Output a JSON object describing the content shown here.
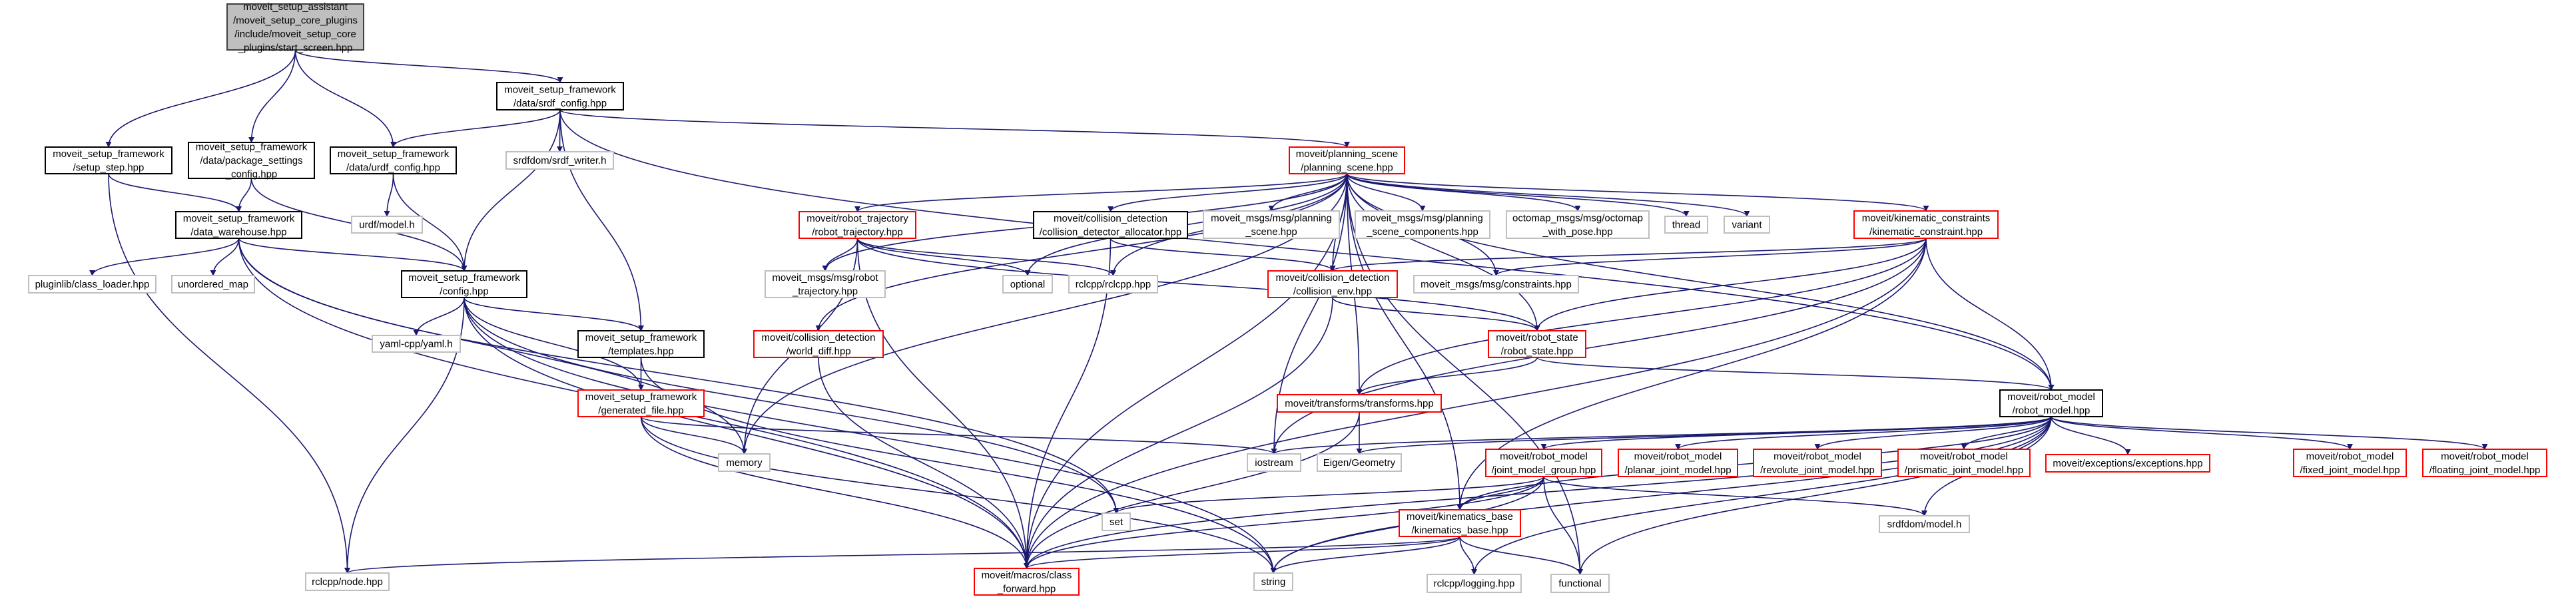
{
  "colors": {
    "edge": "#191970",
    "root_fill": "#bfbfbf",
    "root_border": "#404040",
    "documented_border": "#000000",
    "external_border": "#bfbfbf",
    "truncated_border": "#ff0000",
    "background": "#ffffff"
  },
  "nodes": [
    {
      "id": "root",
      "kind": "root",
      "lines": [
        "moveit_setup_assistant",
        "/moveit_setup_core_plugins",
        "/include/moveit_setup_core",
        "_plugins/start_screen.hpp"
      ]
    },
    {
      "id": "setup_step",
      "kind": "documented",
      "lines": [
        "moveit_setup_framework",
        "/setup_step.hpp"
      ]
    },
    {
      "id": "package_settings",
      "kind": "documented",
      "lines": [
        "moveit_setup_framework",
        "/data/package_settings",
        "_config.hpp"
      ]
    },
    {
      "id": "urdf_config",
      "kind": "documented",
      "lines": [
        "moveit_setup_framework",
        "/data/urdf_config.hpp"
      ]
    },
    {
      "id": "srdf_config",
      "kind": "documented",
      "lines": [
        "moveit_setup_framework",
        "/data/srdf_config.hpp"
      ]
    },
    {
      "id": "data_warehouse",
      "kind": "documented",
      "lines": [
        "moveit_setup_framework",
        "/data_warehouse.hpp"
      ]
    },
    {
      "id": "urdf_model_h",
      "kind": "external",
      "lines": [
        "urdf/model.h"
      ]
    },
    {
      "id": "srdf_writer",
      "kind": "external",
      "lines": [
        "srdfdom/srdf_writer.h"
      ]
    },
    {
      "id": "pluginlib",
      "kind": "external",
      "lines": [
        "pluginlib/class_loader.hpp"
      ]
    },
    {
      "id": "unordered_map",
      "kind": "external",
      "lines": [
        "unordered_map"
      ]
    },
    {
      "id": "config",
      "kind": "documented",
      "lines": [
        "moveit_setup_framework",
        "/config.hpp"
      ]
    },
    {
      "id": "yaml",
      "kind": "external",
      "lines": [
        "yaml-cpp/yaml.h"
      ]
    },
    {
      "id": "templates",
      "kind": "documented",
      "lines": [
        "moveit_setup_framework",
        "/templates.hpp"
      ]
    },
    {
      "id": "generated_file",
      "kind": "truncated",
      "lines": [
        "moveit_setup_framework",
        "/generated_file.hpp"
      ]
    },
    {
      "id": "rclcpp_node",
      "kind": "external",
      "lines": [
        "rclcpp/node.hpp"
      ]
    },
    {
      "id": "memory",
      "kind": "external",
      "lines": [
        "memory"
      ]
    },
    {
      "id": "set",
      "kind": "external",
      "lines": [
        "set"
      ]
    },
    {
      "id": "class_forward",
      "kind": "truncated",
      "lines": [
        "moveit/macros/class",
        "_forward.hpp"
      ]
    },
    {
      "id": "string",
      "kind": "external",
      "lines": [
        "string"
      ]
    },
    {
      "id": "world_diff",
      "kind": "truncated",
      "lines": [
        "moveit/collision_detection",
        "/world_diff.hpp"
      ]
    },
    {
      "id": "robot_trajectory",
      "kind": "truncated",
      "lines": [
        "moveit/robot_trajectory",
        "/robot_trajectory.hpp"
      ]
    },
    {
      "id": "msgs_robot_trajectory",
      "kind": "external",
      "lines": [
        "moveit_msgs/msg/robot",
        "_trajectory.hpp"
      ]
    },
    {
      "id": "optional",
      "kind": "external",
      "lines": [
        "optional"
      ]
    },
    {
      "id": "rclcpp_hpp",
      "kind": "external",
      "lines": [
        "rclcpp/rclcpp.hpp"
      ]
    },
    {
      "id": "collision_detector_allocator",
      "kind": "documented",
      "lines": [
        "moveit/collision_detection",
        "/collision_detector_allocator.hpp"
      ]
    },
    {
      "id": "planning_scene",
      "kind": "truncated",
      "lines": [
        "moveit/planning_scene",
        "/planning_scene.hpp"
      ]
    },
    {
      "id": "msgs_planning_scene",
      "kind": "external",
      "lines": [
        "moveit_msgs/msg/planning",
        "_scene.hpp"
      ]
    },
    {
      "id": "msgs_components",
      "kind": "external",
      "lines": [
        "moveit_msgs/msg/planning",
        "_scene_components.hpp"
      ]
    },
    {
      "id": "octomap",
      "kind": "external",
      "lines": [
        "octomap_msgs/msg/octomap",
        "_with_pose.hpp"
      ]
    },
    {
      "id": "thread",
      "kind": "external",
      "lines": [
        "thread"
      ]
    },
    {
      "id": "variant",
      "kind": "external",
      "lines": [
        "variant"
      ]
    },
    {
      "id": "kinematic_constraint",
      "kind": "truncated",
      "lines": [
        "moveit/kinematic_constraints",
        "/kinematic_constraint.hpp"
      ]
    },
    {
      "id": "collision_env",
      "kind": "truncated",
      "lines": [
        "moveit/collision_detection",
        "/collision_env.hpp"
      ]
    },
    {
      "id": "constraints",
      "kind": "external",
      "lines": [
        "moveit_msgs/msg/constraints.hpp"
      ]
    },
    {
      "id": "robot_state",
      "kind": "truncated",
      "lines": [
        "moveit/robot_state",
        "/robot_state.hpp"
      ]
    },
    {
      "id": "transforms",
      "kind": "truncated",
      "lines": [
        "moveit/transforms/transforms.hpp"
      ]
    },
    {
      "id": "robot_model",
      "kind": "documented",
      "lines": [
        "moveit/robot_model",
        "/robot_model.hpp"
      ]
    },
    {
      "id": "iostream",
      "kind": "external",
      "lines": [
        "iostream"
      ]
    },
    {
      "id": "eigen",
      "kind": "external",
      "lines": [
        "Eigen/Geometry"
      ]
    },
    {
      "id": "joint_model_group",
      "kind": "truncated",
      "lines": [
        "moveit/robot_model",
        "/joint_model_group.hpp"
      ]
    },
    {
      "id": "planar",
      "kind": "truncated",
      "lines": [
        "moveit/robot_model",
        "/planar_joint_model.hpp"
      ]
    },
    {
      "id": "revolute",
      "kind": "truncated",
      "lines": [
        "moveit/robot_model",
        "/revolute_joint_model.hpp"
      ]
    },
    {
      "id": "prismatic",
      "kind": "truncated",
      "lines": [
        "moveit/robot_model",
        "/prismatic_joint_model.hpp"
      ]
    },
    {
      "id": "exceptions",
      "kind": "truncated",
      "lines": [
        "moveit/exceptions/exceptions.hpp"
      ]
    },
    {
      "id": "fixed",
      "kind": "truncated",
      "lines": [
        "moveit/robot_model",
        "/fixed_joint_model.hpp"
      ]
    },
    {
      "id": "floating",
      "kind": "truncated",
      "lines": [
        "moveit/robot_model",
        "/floating_joint_model.hpp"
      ]
    },
    {
      "id": "kinematics_base",
      "kind": "truncated",
      "lines": [
        "moveit/kinematics_base",
        "/kinematics_base.hpp"
      ]
    },
    {
      "id": "srdf_model_h",
      "kind": "external",
      "lines": [
        "srdfdom/model.h"
      ]
    },
    {
      "id": "logging",
      "kind": "external",
      "lines": [
        "rclcpp/logging.hpp"
      ]
    },
    {
      "id": "functional",
      "kind": "external",
      "lines": [
        "functional"
      ]
    }
  ],
  "edges": [
    [
      "root",
      "setup_step"
    ],
    [
      "root",
      "package_settings"
    ],
    [
      "root",
      "urdf_config"
    ],
    [
      "root",
      "srdf_config"
    ],
    [
      "setup_step",
      "data_warehouse"
    ],
    [
      "setup_step",
      "rclcpp_node"
    ],
    [
      "package_settings",
      "data_warehouse"
    ],
    [
      "package_settings",
      "config"
    ],
    [
      "urdf_config",
      "urdf_model_h"
    ],
    [
      "urdf_config",
      "config"
    ],
    [
      "srdf_config",
      "urdf_config"
    ],
    [
      "srdf_config",
      "config"
    ],
    [
      "srdf_config",
      "srdf_writer"
    ],
    [
      "srdf_config",
      "templates"
    ],
    [
      "srdf_config",
      "planning_scene"
    ],
    [
      "srdf_config",
      "robot_model"
    ],
    [
      "data_warehouse",
      "pluginlib"
    ],
    [
      "data_warehouse",
      "unordered_map"
    ],
    [
      "data_warehouse",
      "config"
    ],
    [
      "data_warehouse",
      "memory"
    ],
    [
      "data_warehouse",
      "set"
    ],
    [
      "data_warehouse",
      "class_forward"
    ],
    [
      "config",
      "yaml"
    ],
    [
      "config",
      "rclcpp_node"
    ],
    [
      "config",
      "templates"
    ],
    [
      "config",
      "generated_file"
    ],
    [
      "config",
      "class_forward"
    ],
    [
      "config",
      "string"
    ],
    [
      "config",
      "set"
    ],
    [
      "templates",
      "generated_file"
    ],
    [
      "templates",
      "string"
    ],
    [
      "generated_file",
      "memory"
    ],
    [
      "generated_file",
      "iostream"
    ],
    [
      "generated_file",
      "class_forward"
    ],
    [
      "generated_file",
      "string"
    ],
    [
      "planning_scene",
      "msgs_planning_scene"
    ],
    [
      "planning_scene",
      "msgs_components"
    ],
    [
      "planning_scene",
      "octomap"
    ],
    [
      "planning_scene",
      "thread"
    ],
    [
      "planning_scene",
      "variant"
    ],
    [
      "planning_scene",
      "kinematic_constraint"
    ],
    [
      "planning_scene",
      "collision_env"
    ],
    [
      "planning_scene",
      "constraints"
    ],
    [
      "planning_scene",
      "robot_state"
    ],
    [
      "planning_scene",
      "robot_model"
    ],
    [
      "planning_scene",
      "robot_trajectory"
    ],
    [
      "planning_scene",
      "collision_detector_allocator"
    ],
    [
      "planning_scene",
      "msgs_robot_trajectory"
    ],
    [
      "planning_scene",
      "optional"
    ],
    [
      "planning_scene",
      "rclcpp_hpp"
    ],
    [
      "planning_scene",
      "world_diff"
    ],
    [
      "planning_scene",
      "memory"
    ],
    [
      "planning_scene",
      "class_forward"
    ],
    [
      "planning_scene",
      "transforms"
    ],
    [
      "planning_scene",
      "functional"
    ],
    [
      "planning_scene",
      "kinematics_base"
    ],
    [
      "planning_scene",
      "iostream"
    ],
    [
      "robot_trajectory",
      "msgs_robot_trajectory"
    ],
    [
      "robot_trajectory",
      "optional"
    ],
    [
      "robot_trajectory",
      "rclcpp_hpp"
    ],
    [
      "robot_trajectory",
      "robot_state"
    ],
    [
      "robot_trajectory",
      "memory"
    ],
    [
      "robot_trajectory",
      "class_forward"
    ],
    [
      "collision_detector_allocator",
      "collision_env"
    ],
    [
      "collision_detector_allocator",
      "class_forward"
    ],
    [
      "collision_env",
      "robot_state"
    ],
    [
      "collision_env",
      "class_forward"
    ],
    [
      "kinematic_constraint",
      "collision_env"
    ],
    [
      "kinematic_constraint",
      "constraints"
    ],
    [
      "kinematic_constraint",
      "robot_state"
    ],
    [
      "kinematic_constraint",
      "robot_model"
    ],
    [
      "kinematic_constraint",
      "transforms"
    ],
    [
      "kinematic_constraint",
      "kinematics_base"
    ],
    [
      "kinematic_constraint",
      "iostream"
    ],
    [
      "kinematic_constraint",
      "class_forward"
    ],
    [
      "world_diff",
      "class_forward"
    ],
    [
      "robot_state",
      "robot_model"
    ],
    [
      "robot_state",
      "transforms"
    ],
    [
      "transforms",
      "eigen"
    ],
    [
      "transforms",
      "class_forward"
    ],
    [
      "robot_model",
      "iostream"
    ],
    [
      "robot_model",
      "eigen"
    ],
    [
      "robot_model",
      "joint_model_group"
    ],
    [
      "robot_model",
      "planar"
    ],
    [
      "robot_model",
      "revolute"
    ],
    [
      "robot_model",
      "prismatic"
    ],
    [
      "robot_model",
      "exceptions"
    ],
    [
      "robot_model",
      "fixed"
    ],
    [
      "robot_model",
      "floating"
    ],
    [
      "robot_model",
      "srdf_model_h"
    ],
    [
      "robot_model",
      "class_forward"
    ],
    [
      "robot_model",
      "string"
    ],
    [
      "robot_model",
      "logging"
    ],
    [
      "robot_model",
      "functional"
    ],
    [
      "robot_model",
      "kinematics_base"
    ],
    [
      "joint_model_group",
      "kinematics_base"
    ],
    [
      "joint_model_group",
      "set"
    ],
    [
      "joint_model_group",
      "srdf_model_h"
    ],
    [
      "joint_model_group",
      "functional"
    ],
    [
      "joint_model_group",
      "string"
    ],
    [
      "joint_model_group",
      "class_forward"
    ],
    [
      "kinematics_base",
      "rclcpp_node"
    ],
    [
      "kinematics_base",
      "class_forward"
    ],
    [
      "kinematics_base",
      "string"
    ],
    [
      "kinematics_base",
      "logging"
    ],
    [
      "kinematics_base",
      "functional"
    ]
  ]
}
